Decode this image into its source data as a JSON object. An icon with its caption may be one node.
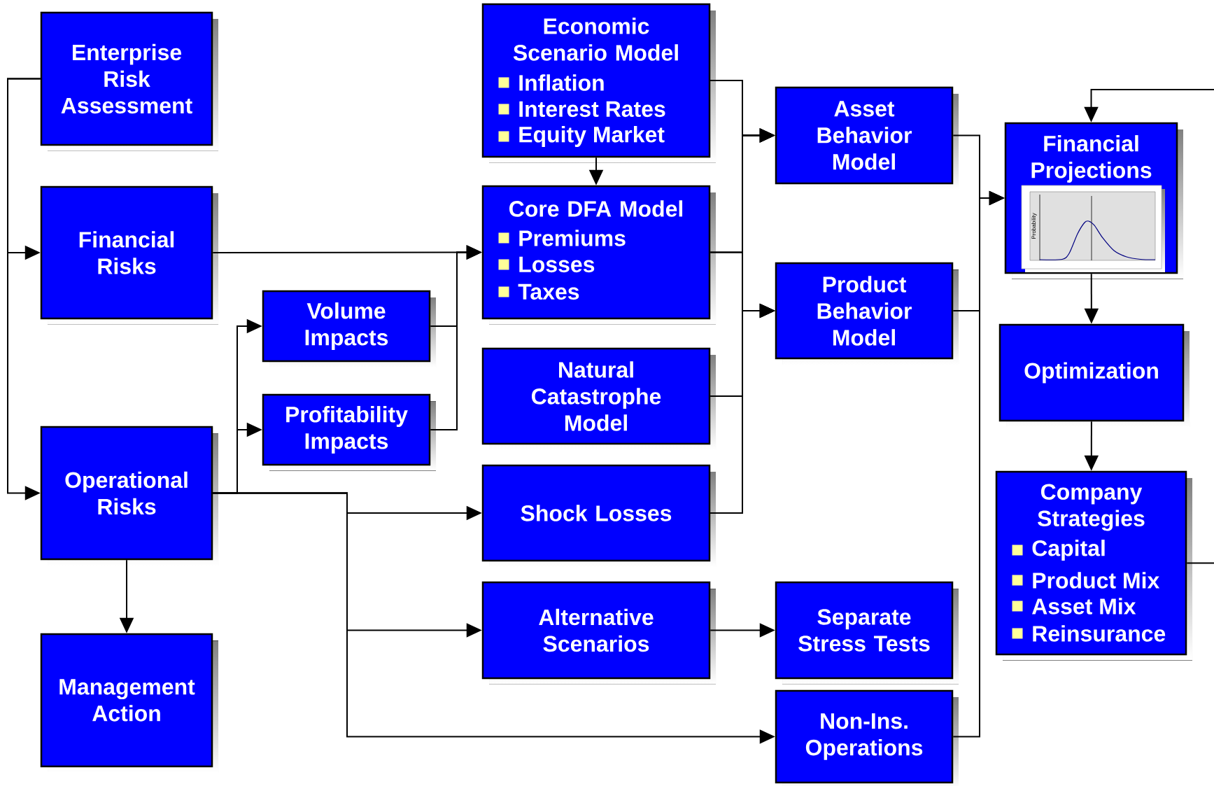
{
  "diagram": {
    "nodes": [
      {
        "text": [
          "Enterprise Risk Assessment"
        ]
      },
      {
        "text": [
          "Financial Risks"
        ]
      },
      {
        "text": [
          "Volume Impacts"
        ]
      },
      {
        "text": [
          "Profitability Impacts"
        ]
      },
      {
        "text": [
          "Operational Risks"
        ]
      },
      {
        "text": [
          "Management Action"
        ]
      },
      {
        "text": [
          "Economic Scenario Model",
          "Inflation",
          "Interest Rates",
          "Equity Market"
        ]
      },
      {
        "text": [
          "Core DFA Model",
          "Premiums",
          "Losses",
          "Taxes"
        ]
      },
      {
        "text": [
          "Natural Catastrophe Model"
        ]
      },
      {
        "text": [
          "Shock Losses"
        ]
      },
      {
        "text": [
          "Alternative Scenarios"
        ]
      },
      {
        "text": [
          "Asset Behavior Model"
        ]
      },
      {
        "text": [
          "Product Behavior Model"
        ]
      },
      {
        "text": [
          "Separate Stress Tests"
        ]
      },
      {
        "text": [
          "Non-Ins. Operations"
        ]
      },
      {
        "text": [
          "Financial Projections"
        ]
      },
      {
        "text": [
          "Optimization"
        ]
      },
      {
        "text": [
          "Company Strategies",
          "Capital",
          "Product Mix",
          "Asset Mix",
          "Reinsurance"
        ]
      }
    ],
    "edges": [
      {
        "from": 0,
        "to": 1,
        "arrow": "to"
      },
      {
        "from": 0,
        "to": 4,
        "arrow": "to"
      },
      {
        "from": 4,
        "to": 5,
        "arrow": "to"
      },
      {
        "from": 1,
        "to": 7,
        "arrow": "to"
      },
      {
        "from": 2,
        "to": 7,
        "arrow": "to"
      },
      {
        "from": 3,
        "to": 7,
        "arrow": "to"
      },
      {
        "from": 4,
        "to": 2,
        "arrow": "to"
      },
      {
        "from": 4,
        "to": 3,
        "arrow": "to"
      },
      {
        "from": 4,
        "to": 9,
        "arrow": "to"
      },
      {
        "from": 4,
        "to": 10,
        "arrow": "to"
      },
      {
        "from": 4,
        "to": 14,
        "arrow": "to"
      },
      {
        "from": 6,
        "to": 7,
        "arrow": "to"
      },
      {
        "from": 6,
        "to": 11,
        "arrow": "to"
      },
      {
        "from": 6,
        "to": 12,
        "arrow": "to"
      },
      {
        "from": 7,
        "to": 11,
        "arrow": "to"
      },
      {
        "from": 7,
        "to": 12,
        "arrow": "to"
      },
      {
        "from": 8,
        "to": 11,
        "arrow": "to"
      },
      {
        "from": 8,
        "to": 12,
        "arrow": "to"
      },
      {
        "from": 9,
        "to": 11,
        "arrow": "to"
      },
      {
        "from": 9,
        "to": 12,
        "arrow": "to"
      },
      {
        "from": 10,
        "to": 13,
        "arrow": "to"
      },
      {
        "from": 11,
        "to": 15,
        "arrow": "to"
      },
      {
        "from": 12,
        "to": 15,
        "arrow": "to"
      },
      {
        "from": 14,
        "to": 15,
        "arrow": "to"
      },
      {
        "from": 15,
        "to": 16,
        "arrow": "to"
      },
      {
        "from": 16,
        "to": 17,
        "arrow": "to"
      },
      {
        "from": 17,
        "to": 15,
        "arrow": "to"
      }
    ],
    "labels": [
      "Probability"
    ]
  }
}
